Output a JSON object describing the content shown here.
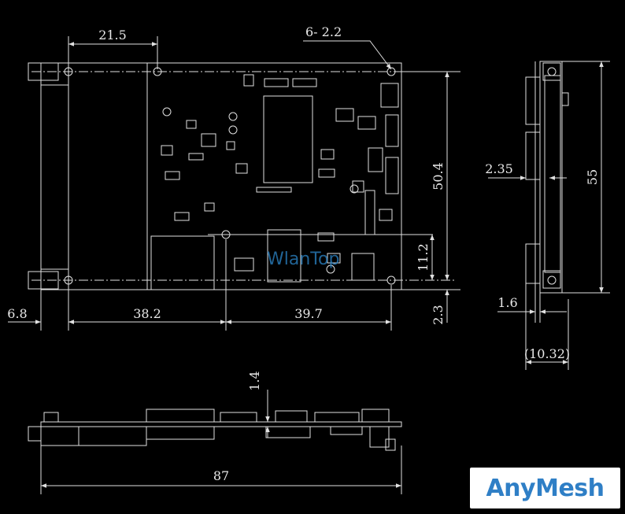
{
  "dimensions": {
    "top_width": "21.5",
    "hole_callout": "6-  2.2",
    "left_offset": "6.8",
    "span_left": "38.2",
    "span_right": "39.7",
    "height_main": "50.4",
    "height_sub": "11.2",
    "bottom_gap": "2.3",
    "side_height": "55",
    "side_thick": "2.35",
    "side_board": "1.6",
    "side_total": "(10.32)",
    "front_offset": "1.4",
    "front_length": "87"
  },
  "watermark": "WlanTop",
  "logo": "AnyMesh",
  "colors": {
    "background": "#000000",
    "line": "#e0e0e0",
    "watermark": "#2c86c8",
    "logo": "#2f7fc6"
  }
}
